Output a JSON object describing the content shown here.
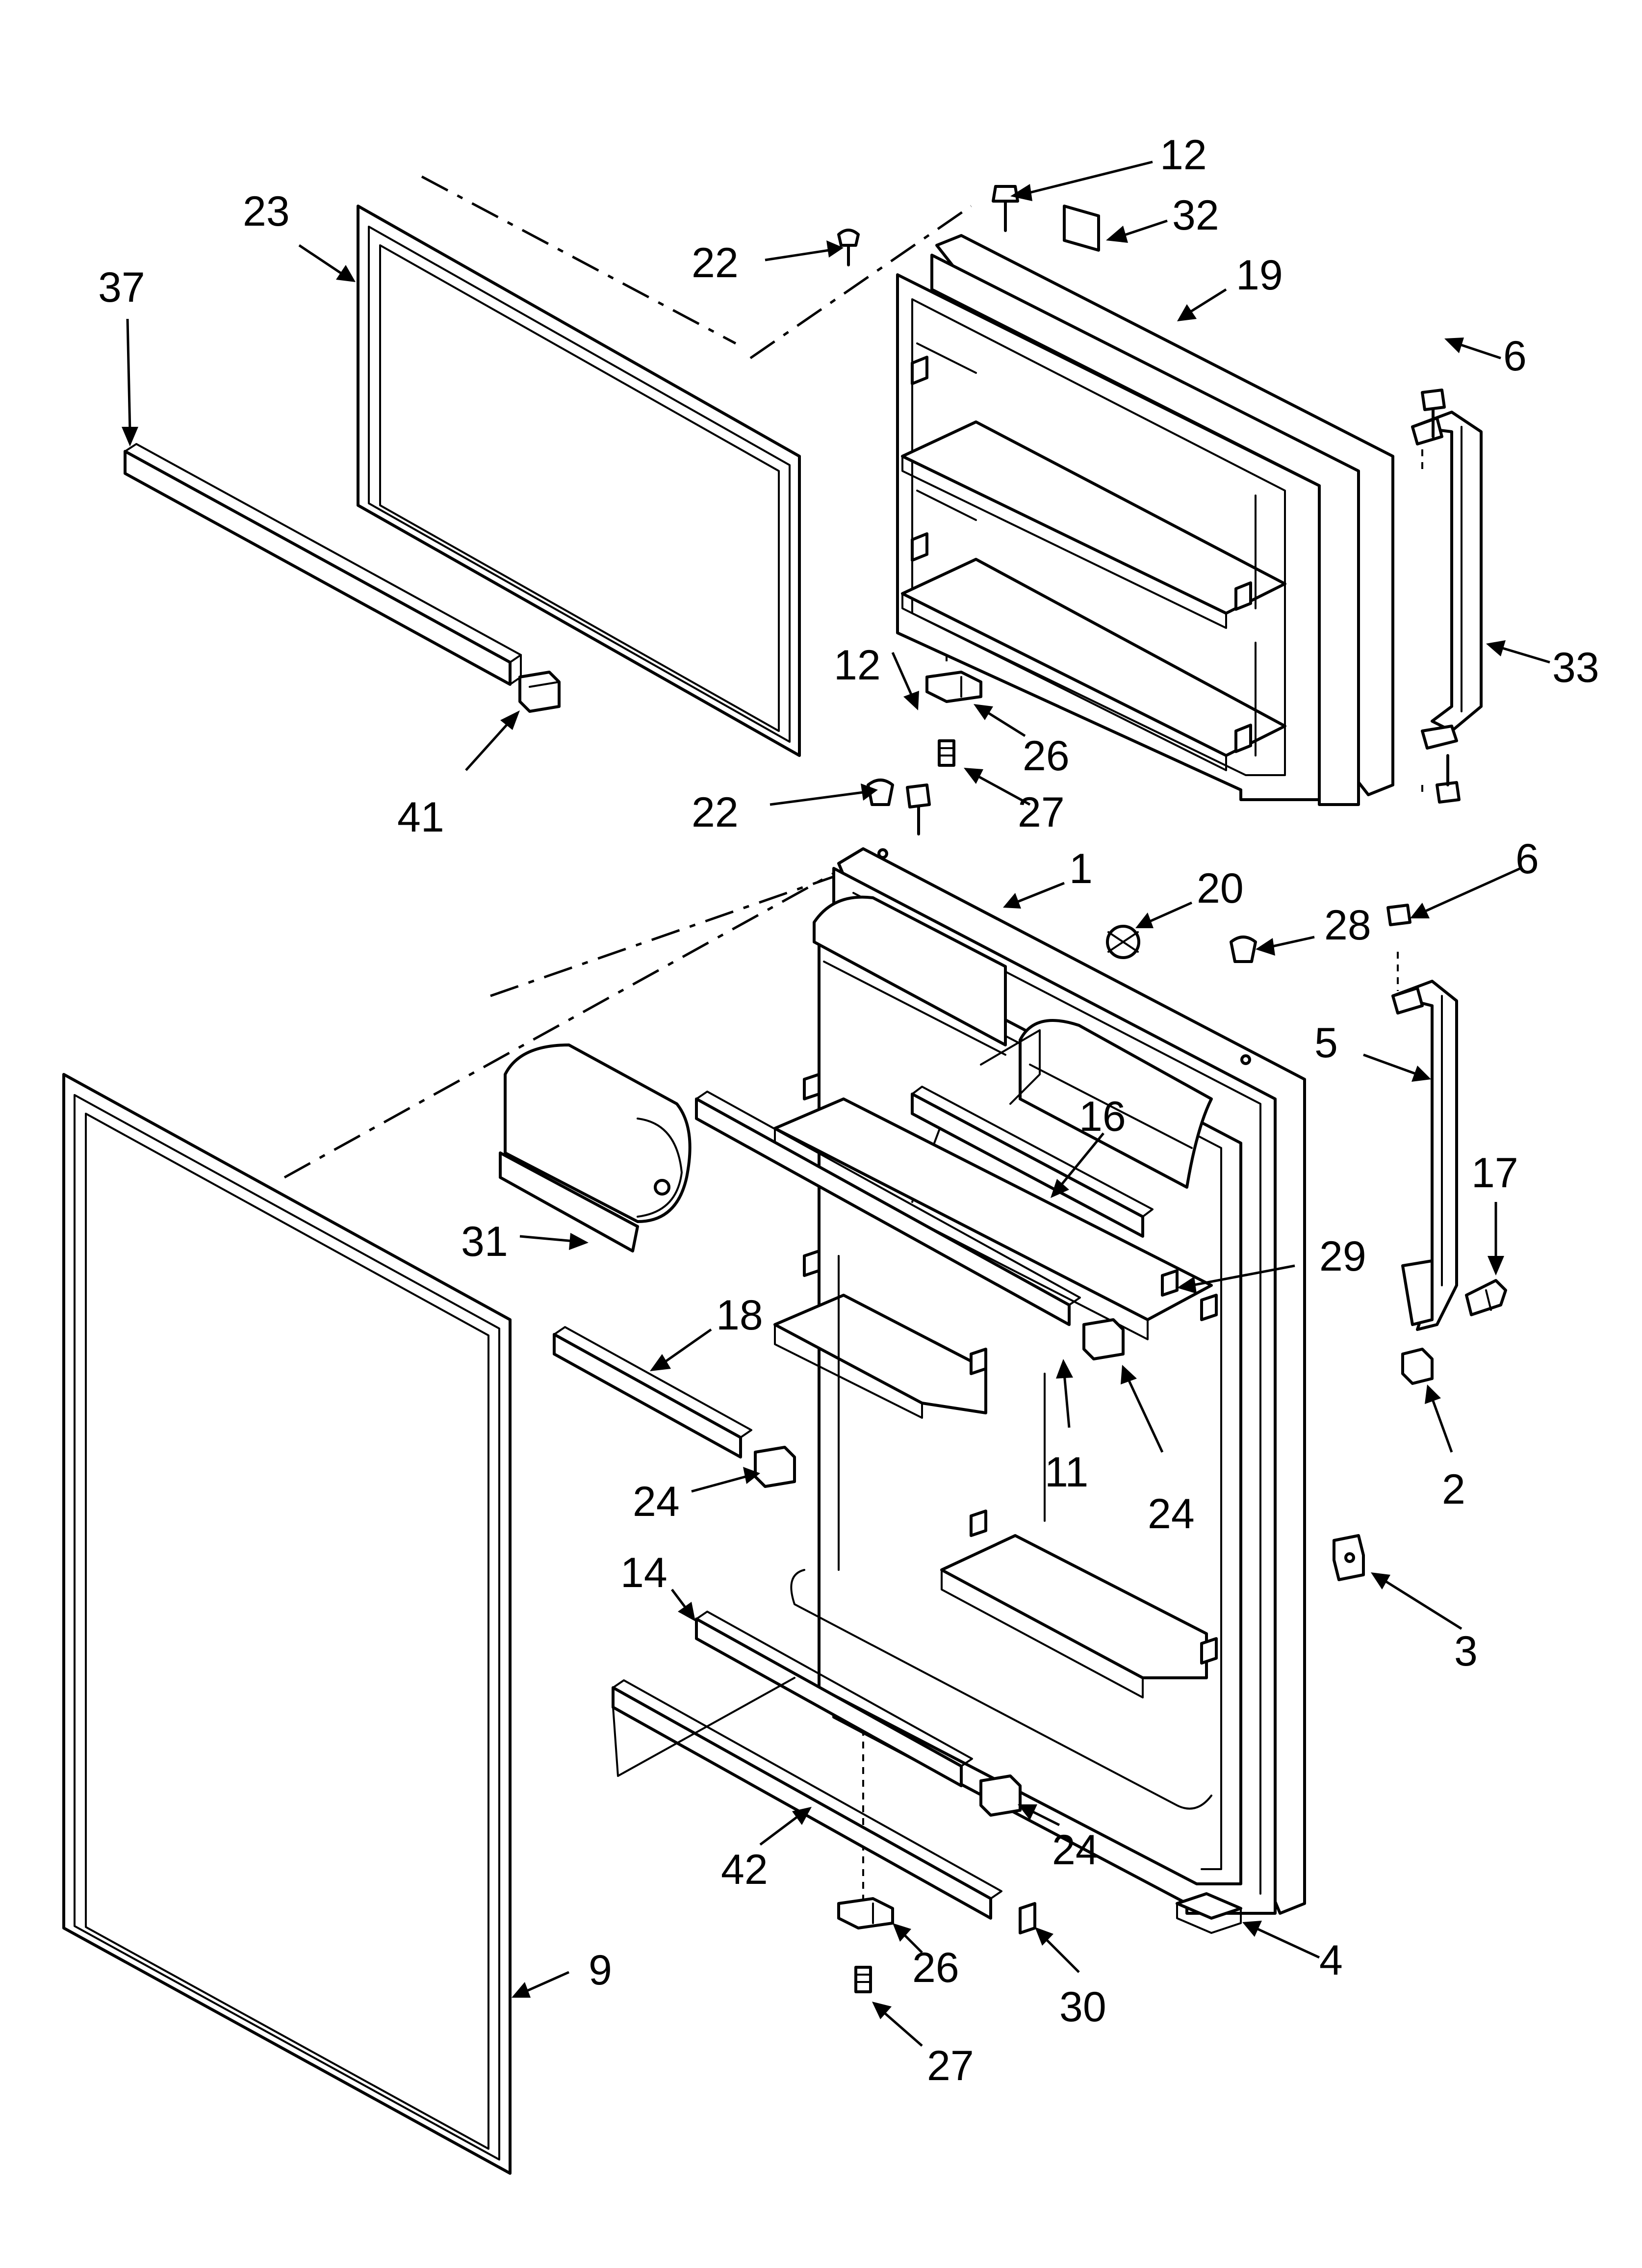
{
  "callouts": {
    "c12_top": "12",
    "c32": "32",
    "c22_top": "22",
    "c19": "19",
    "c23": "23",
    "c37": "37",
    "c6_top": "6",
    "c33": "33",
    "c41": "41",
    "c12_mid": "12",
    "c26_top": "26",
    "c27_top": "27",
    "c22_mid": "22",
    "c6_bot": "6",
    "c1": "1",
    "c20": "20",
    "c28": "28",
    "c5": "5",
    "c16": "16",
    "c17": "17",
    "c31": "31",
    "c29": "29",
    "c18": "18",
    "c24_left": "24",
    "c11": "11",
    "c24_right": "24",
    "c2": "2",
    "c3": "3",
    "c14": "14",
    "c24_bot": "24",
    "c42": "42",
    "c4": "4",
    "c9": "9",
    "c26_bot": "26",
    "c30": "30",
    "c27_bot": "27"
  }
}
